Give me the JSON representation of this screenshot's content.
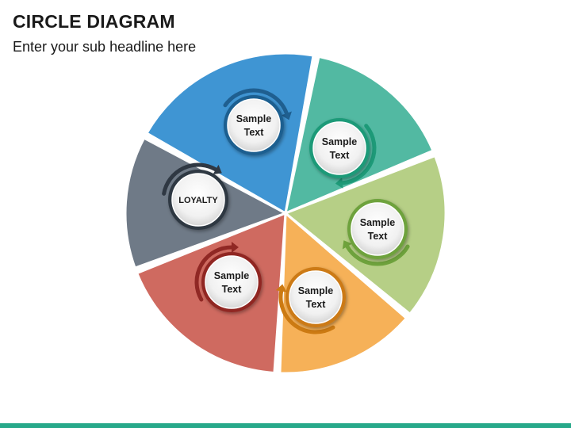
{
  "header": {
    "title": "CIRCLE DIAGRAM",
    "subtitle": "Enter your sub headline here"
  },
  "diagram": {
    "segments": [
      {
        "label_lines": [
          "Sample",
          "Text"
        ],
        "color": "#3f95d3",
        "ring_color": "#1f5f90"
      },
      {
        "label_lines": [
          "Sample",
          "Text"
        ],
        "color": "#52b9a2",
        "ring_color": "#1d9a78"
      },
      {
        "label_lines": [
          "Sample",
          "Text"
        ],
        "color": "#b6cf86",
        "ring_color": "#6ea23c"
      },
      {
        "label_lines": [
          "Sample",
          "Text"
        ],
        "color": "#f6b158",
        "ring_color": "#cc7a12"
      },
      {
        "label_lines": [
          "Sample",
          "Text"
        ],
        "color": "#cf6a60",
        "ring_color": "#902824"
      },
      {
        "label_lines": [
          "LOYALTY"
        ],
        "color": "#6f7a87",
        "ring_color": "#2f3843"
      }
    ]
  },
  "footer": {
    "accent_color": "#27a98a"
  }
}
